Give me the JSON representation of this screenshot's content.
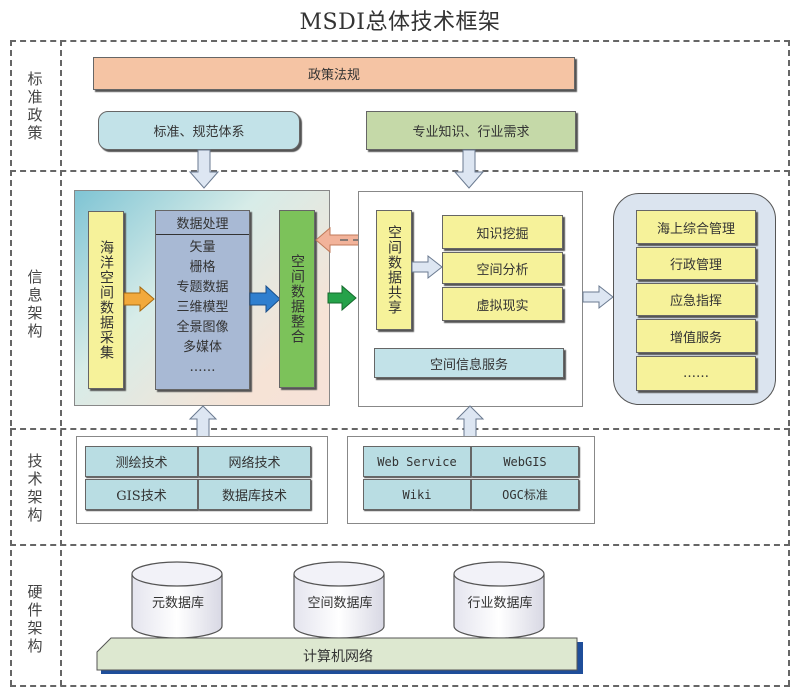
{
  "title": "MSDI总体技术框架",
  "layers": {
    "standards": "标准政策",
    "information": "信息架构",
    "technology": "技术架构",
    "hardware": "硬件架构"
  },
  "standards_layer": {
    "policy": "政策法规",
    "norms": "标准、规范体系",
    "requirements": "专业知识、行业需求"
  },
  "info_layer": {
    "collection": "海洋空间数据采集",
    "processing": {
      "header": "数据处理",
      "items": [
        "矢量",
        "栅格",
        "专题数据",
        "三维模型",
        "全景图像",
        "多媒体",
        "……"
      ]
    },
    "integration": "空间数据整合",
    "sharing": "空间数据共享",
    "analysis": [
      "知识挖掘",
      "空间分析",
      "虚拟现实"
    ],
    "service": "空间信息服务",
    "applications": [
      "海上综合管理",
      "行政管理",
      "应急指挥",
      "增值服务",
      "……"
    ]
  },
  "tech_layer": {
    "left": [
      "测绘技术",
      "网络技术",
      "GIS技术",
      "数据库技术"
    ],
    "right": [
      "Web Service",
      "WebGIS",
      "Wiki",
      "OGC标准"
    ]
  },
  "hardware_layer": {
    "databases": [
      "元数据库",
      "空间数据库",
      "行业数据库"
    ],
    "network": "计算机网络"
  },
  "colors": {
    "policy": "#f5c4a4",
    "norms": "#c2e2e8",
    "requirements": "#c5d9a8",
    "yellow": "#f6f29a",
    "processing": "#a8b9d4",
    "integration": "#7cc25a",
    "cell": "#b9dde3",
    "app_frame": "#dbe4ef",
    "network": "#dde8d0",
    "arrow_orange": "#f2a93b",
    "arrow_blue": "#2f7fcf",
    "arrow_green": "#25a24a",
    "arrow_salmon": "#f2b39a",
    "arrow_light": "#dde6f2"
  }
}
